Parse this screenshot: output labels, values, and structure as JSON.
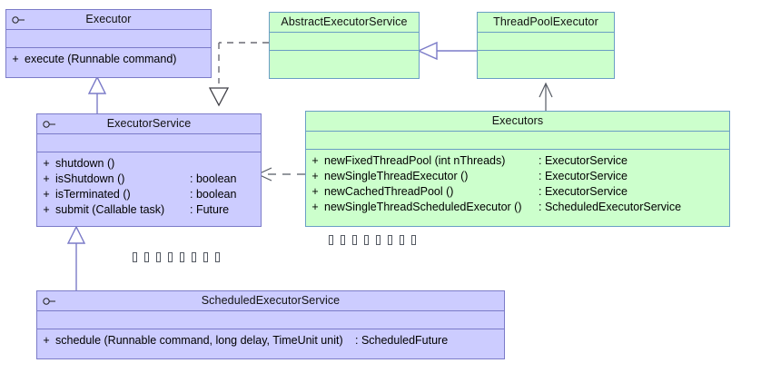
{
  "diagram": {
    "title": "Java Executor Framework UML Class Diagram",
    "colors": {
      "interface_fill": "#ccccff",
      "interface_stroke": "#7b7bc8",
      "class_fill": "#ccffcc",
      "class_stroke": "#6a9ec4",
      "connector_stroke": "#7b7bc8",
      "connector_stroke_dark": "#555a63",
      "background": "#ffffff",
      "text": "#000000"
    },
    "classes": [
      {
        "id": "executor",
        "name": "Executor",
        "stereotype_icon": "interface-lollipop-icon",
        "kind": "interface",
        "attributes": [],
        "operations": [
          {
            "visibility": "+",
            "signature": "execute (Runnable command)",
            "type": ""
          }
        ]
      },
      {
        "id": "abstract-executor-service",
        "name": "AbstractExecutorService",
        "stereotype_icon": "",
        "kind": "class",
        "attributes": [],
        "operations": []
      },
      {
        "id": "thread-pool-executor",
        "name": "ThreadPoolExecutor",
        "stereotype_icon": "",
        "kind": "class",
        "attributes": [],
        "operations": []
      },
      {
        "id": "executor-service",
        "name": "ExecutorService",
        "stereotype_icon": "interface-lollipop-icon",
        "kind": "interface",
        "attributes": [],
        "operations": [
          {
            "visibility": "+",
            "signature": "shutdown ()",
            "type": ""
          },
          {
            "visibility": "+",
            "signature": "isShutdown ()",
            "type": ": boolean"
          },
          {
            "visibility": "+",
            "signature": "isTerminated ()",
            "type": ": boolean"
          },
          {
            "visibility": "+",
            "signature": "submit (Callable task)",
            "type": ": Future"
          }
        ]
      },
      {
        "id": "executors",
        "name": "Executors",
        "stereotype_icon": "",
        "kind": "class",
        "attributes": [],
        "operations": [
          {
            "visibility": "+",
            "signature": "newFixedThreadPool (int nThreads)",
            "type": ": ExecutorService"
          },
          {
            "visibility": "+",
            "signature": "newSingleThreadExecutor ()",
            "type": ": ExecutorService"
          },
          {
            "visibility": "+",
            "signature": "newCachedThreadPool ()",
            "type": ": ExecutorService"
          },
          {
            "visibility": "+",
            "signature": "newSingleThreadScheduledExecutor ()",
            "type": ": ScheduledExecutorService"
          }
        ]
      },
      {
        "id": "scheduled-executor-service",
        "name": "ScheduledExecutorService",
        "stereotype_icon": "interface-lollipop-icon",
        "kind": "interface",
        "attributes": [],
        "operations": [
          {
            "visibility": "+",
            "signature": "schedule (Runnable command, long delay, TimeUnit unit)",
            "type": ": ScheduledFuture"
          }
        ]
      }
    ],
    "relationships": [
      {
        "id": "rel-executorservice-extends-executor",
        "from": "executor-service",
        "to": "executor",
        "type": "generalization",
        "line": "solid",
        "arrowhead": "hollow-triangle"
      },
      {
        "id": "rel-abstractexecutorservice-realizes-executorservice",
        "from": "abstract-executor-service",
        "to": "executor-service",
        "type": "realization",
        "line": "dashed",
        "arrowhead": "hollow-triangle"
      },
      {
        "id": "rel-threadpoolexecutor-extends-abstractexecutorservice",
        "from": "thread-pool-executor",
        "to": "abstract-executor-service",
        "type": "generalization",
        "line": "solid",
        "arrowhead": "hollow-triangle"
      },
      {
        "id": "rel-executors-uses-threadpoolexecutor",
        "from": "executors",
        "to": "thread-pool-executor",
        "type": "dependency",
        "line": "solid",
        "arrowhead": "open-arrow"
      },
      {
        "id": "rel-executors-depends-executorservice",
        "from": "executors",
        "to": "executor-service",
        "type": "dependency",
        "line": "dashed",
        "arrowhead": "open-arrow"
      },
      {
        "id": "rel-scheduledexecutorservice-extends-executorservice",
        "from": "scheduled-executor-service",
        "to": "executor-service",
        "type": "generalization",
        "line": "solid",
        "arrowhead": "hollow-triangle"
      }
    ],
    "missing_glyph_runs": [
      {
        "id": "tofu-run-left",
        "count": 8
      },
      {
        "id": "tofu-run-right",
        "count": 8
      }
    ]
  }
}
